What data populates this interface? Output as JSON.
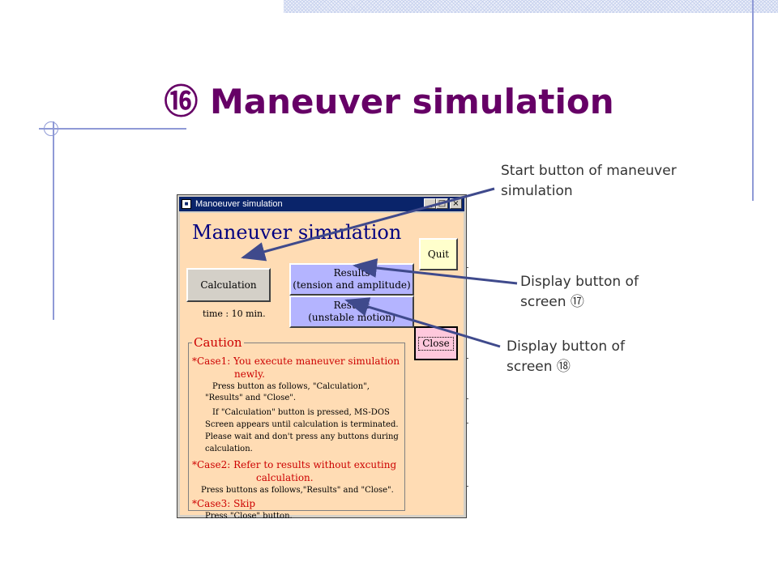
{
  "slide": {
    "title": "⑯ Maneuver simulation"
  },
  "annotations": {
    "start": [
      "Start button of maneuver",
      "simulation"
    ],
    "display17": [
      "Display button of",
      "screen ⑰"
    ],
    "display18": [
      "Display button of",
      "screen ⑱"
    ]
  },
  "window": {
    "title": "Manoeuver simulation",
    "controls": [
      "_",
      "□",
      "×"
    ],
    "form_title": "Maneuver simulation",
    "quit_label": "Quit",
    "calc_label": "Calculation",
    "results1": [
      "Results",
      "(tension and amplitude)"
    ],
    "results2": [
      "Results",
      "(unstable motion)"
    ],
    "close_label": "Close",
    "time_label": "time : 10 min."
  },
  "caution": {
    "title": "Caution",
    "case1_a": "*Case1: You execute maneuver simulation",
    "case1_b": "newly.",
    "case1_l1": "Press button as follows, \"Calculation\",",
    "case1_l2": "\"Results\" and \"Close\".",
    "case1_l3": "If \"Calculation\" button is pressed, MS-DOS",
    "case1_l4": "Screen appears until calculation is terminated.",
    "case1_l5": "Please wait and don't press any buttons during",
    "case1_l6": "calculation.",
    "case2_a": "*Case2: Refer to results without excuting",
    "case2_b": "calculation.",
    "case2_l1": "Press buttons as follows,\"Results\" and \"Close\".",
    "case3_a": "*Case3: Skip",
    "case3_l1": "Press \"Close\" button."
  },
  "colors": {
    "title": "#660066",
    "window_bg": "#ffdcb4",
    "results_button": "#b4b4ff",
    "quit_button": "#ffffcc",
    "close_button": "#ffc8dc",
    "caution_text": "#cc0000",
    "arrow": "#3f4a8c"
  }
}
